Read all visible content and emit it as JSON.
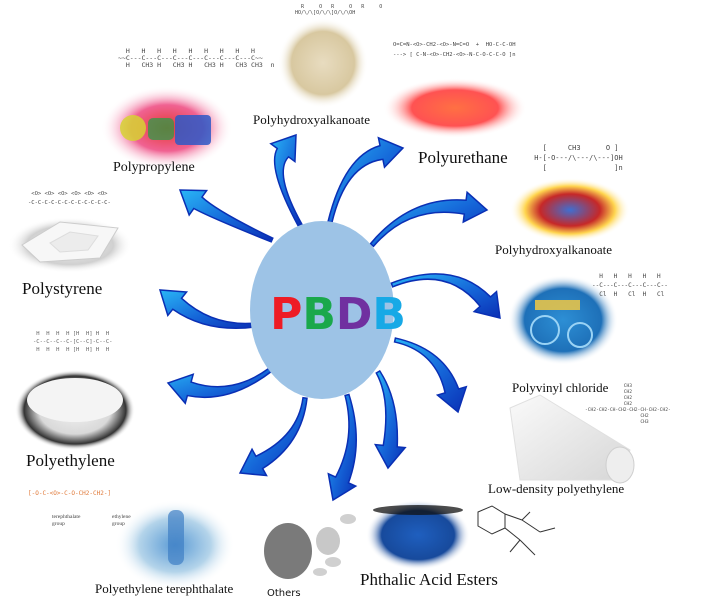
{
  "title": {
    "letters": [
      {
        "char": "P",
        "color": "#ee1c25"
      },
      {
        "char": "B",
        "color": "#1aa84b"
      },
      {
        "char": "D",
        "color": "#7030a0"
      },
      {
        "char": "B",
        "color": "#17a9e6"
      }
    ]
  },
  "center": {
    "fill": "#9dc3e6"
  },
  "arrow_colors": {
    "dark": "#0a2fb4",
    "mid": "#1565d8",
    "light": "#29b6f6"
  },
  "nodes": {
    "polypropylene": {
      "label": "Polypropylene"
    },
    "polyhydroxyalkanoate_top": {
      "label": "Polyhydroxyalkanoate"
    },
    "polyurethane": {
      "label": "Polyurethane"
    },
    "polyhydroxyalkanoate_right": {
      "label": "Polyhydroxyalkanoate"
    },
    "polyvinyl_chloride": {
      "label": "Polyvinyl chloride"
    },
    "low_density_polyethylene": {
      "label": "Low-density polyethylene"
    },
    "phthalic_acid_esters": {
      "label": "Phthalic Acid Esters"
    },
    "others": {
      "label": "Others"
    },
    "polyethylene_terephthalate": {
      "label": "Polyethylene terephthalate",
      "group_labels": [
        "terephthalate\ngroup",
        "ethylene\ngroup"
      ]
    },
    "polyethylene": {
      "label": "Polyethylene"
    },
    "polystyrene": {
      "label": "Polystyrene"
    }
  },
  "structures": {
    "polypropylene": "  H   H   H   H   H   H   H   H   H\n~~C---C---C---C---C---C---C---C---C~~\n  H   CH3 H   CH3 H   CH3 H   CH3 CH3  n",
    "pha_top": "  R     O   R     O   R     O\nHO/\\/\\[O/\\/\\]O/\\/\\OH",
    "polyurethane": "O=C=N-<O>-CH2-<O>-N=C=O  +  HO-C-C-OH\n---> [ C-N-<O>-CH2-<O>-N-C-O-C-C-O ]n",
    "pha_right": "   [     CH3      O ]\n H-[-O---/\\---/\\---]OH\n   [                ]n",
    "pvc": "  H   H   H   H   H\n--C---C---C---C---C--\n  Cl  H   Cl  H   Cl",
    "ldpe": "              CH3\n              CH2\n              CH2\n              CH2\n-CH2-CH2-CH-CH2-CH2-CH-CH2-CH2-\n                    CH2\n                    CH3",
    "polystyrene": " <O> <O> <O> <O> <O> <O>\n-C-C-C-C-C-C-C-C-C-C-C-C-",
    "polyethylene": " H  H  H  H [H  H] H  H\n-C--C--C--C-[C--C]-C--C-\n H  H  H  H [H  H] H  H",
    "pet": "[-O-C-<O>-C-O-CH2-CH2-]"
  }
}
